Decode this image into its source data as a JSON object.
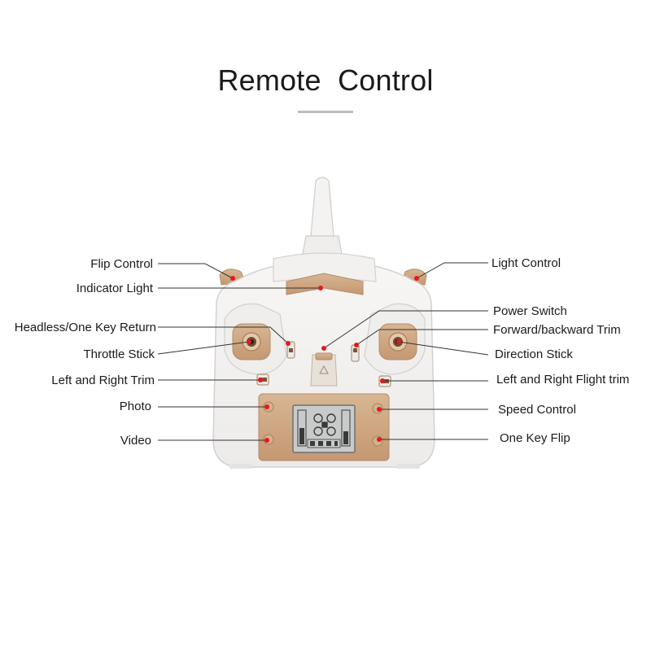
{
  "title": "Remote  Control",
  "colors": {
    "pointer_dot": "#e01b1b",
    "leader_line": "#333333",
    "body": "#f3f2f1",
    "gold_accent": "#cba27e",
    "underline": "#bdbdbd"
  },
  "labels_left": [
    "Flip Control",
    "Indicator Light",
    "Headless/One Key Return",
    "Throttle Stick",
    "Left and Right Trim",
    "Photo",
    "Video"
  ],
  "labels_right": [
    "Light Control",
    "Power Switch",
    "Forward/backward Trim",
    "Direction Stick",
    "Left and Right Flight trim",
    "Speed Control",
    "One Key Flip"
  ]
}
